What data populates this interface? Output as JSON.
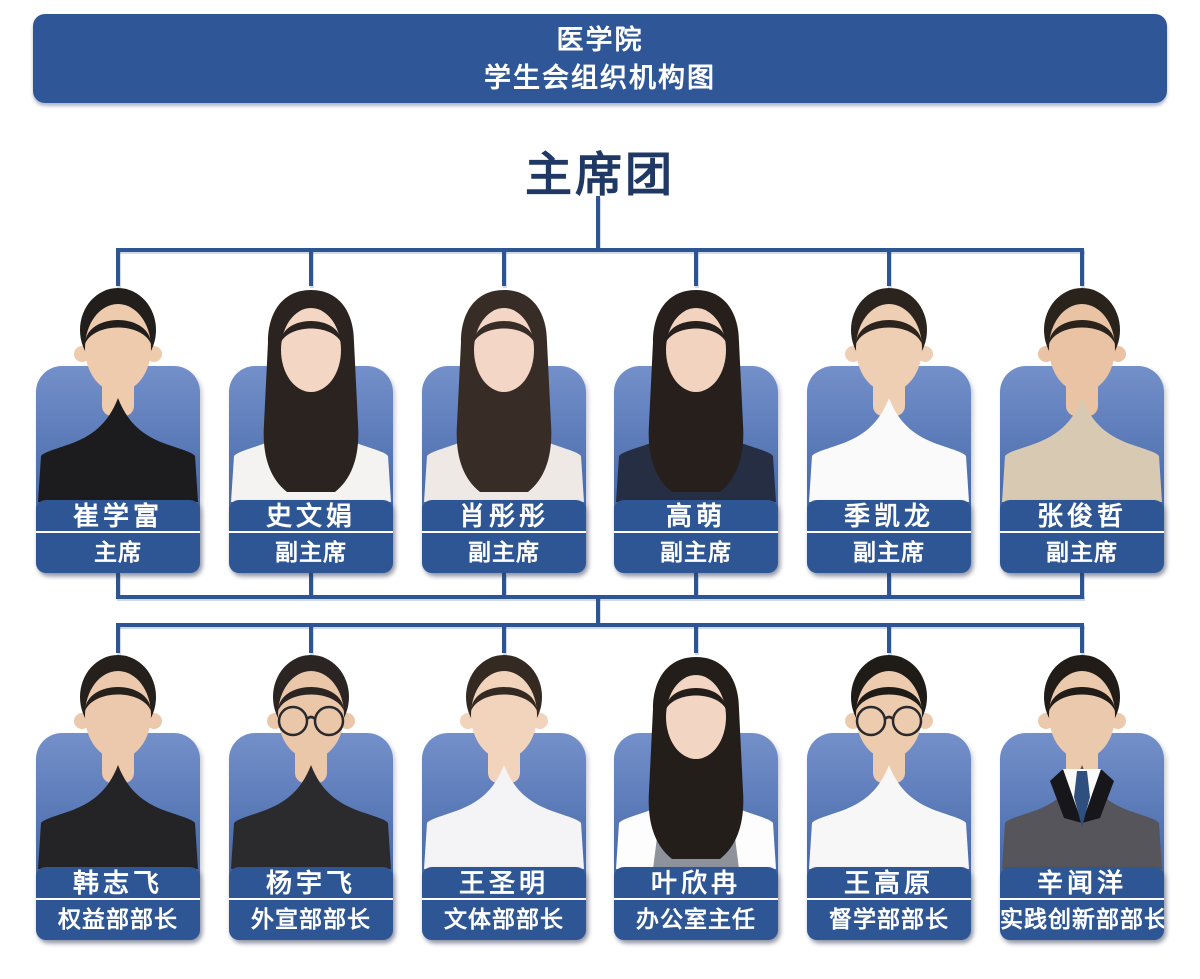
{
  "banner": {
    "line1": "医学院",
    "line2": "学生会组织机构图"
  },
  "chart": {
    "type": "org-chart",
    "root_label": "主席团",
    "rows": [
      {
        "group": "presidium",
        "people": [
          {
            "name": "崔学富",
            "title": "主席",
            "avatar": {
              "style": "male",
              "hair": "#211E1B",
              "skin": "#EFCBAE",
              "shirt": "#1C1C1E"
            }
          },
          {
            "name": "史文娟",
            "title": "副主席",
            "avatar": {
              "style": "female",
              "hair": "#2B2320",
              "skin": "#F3D6C4",
              "shirt": "#F4F3F1"
            }
          },
          {
            "name": "肖彤彤",
            "title": "副主席",
            "avatar": {
              "style": "female",
              "hair": "#382C26",
              "skin": "#F4D6C6",
              "shirt": "#EFE9E6"
            }
          },
          {
            "name": "高萌",
            "title": "副主席",
            "avatar": {
              "style": "female",
              "hair": "#261F1C",
              "skin": "#F2D3C0",
              "shirt": "#262E44",
              "bow": true,
              "accent": "#4A5C78",
              "inner": "#C3DAEE"
            }
          },
          {
            "name": "季凯龙",
            "title": "副主席",
            "avatar": {
              "style": "male",
              "hair": "#2B241E",
              "skin": "#EFCFB4",
              "shirt": "#FAFAFB"
            }
          },
          {
            "name": "张俊哲",
            "title": "副主席",
            "avatar": {
              "style": "male",
              "hair": "#2A231C",
              "skin": "#E9C3A4",
              "shirt": "#D8C9B2"
            }
          }
        ]
      },
      {
        "group": "department-heads",
        "people": [
          {
            "name": "韩志飞",
            "title": "权益部部长",
            "avatar": {
              "style": "male",
              "hair": "#26201C",
              "skin": "#ECC8AC",
              "shirt": "#242426"
            }
          },
          {
            "name": "杨宇飞",
            "title": "外宣部部长",
            "avatar": {
              "style": "male",
              "hair": "#2A2522",
              "skin": "#EAC7A9",
              "shirt": "#2B2B2E",
              "glasses": true
            }
          },
          {
            "name": "王圣明",
            "title": "文体部部长",
            "avatar": {
              "style": "male",
              "hair": "#342A22",
              "skin": "#F2D3BC",
              "shirt": "#F4F4F6"
            }
          },
          {
            "name": "叶欣冉",
            "title": "办公室主任",
            "avatar": {
              "style": "female",
              "hair": "#241E1B",
              "skin": "#F3D5C4",
              "shirt": "#FDFDFD",
              "vest": true,
              "accent": "#8E929C"
            }
          },
          {
            "name": "王高原",
            "title": "督学部部长",
            "avatar": {
              "style": "male",
              "hair": "#1F1B17",
              "skin": "#EDCBAE",
              "shirt": "#F7F7F7",
              "glasses": true
            }
          },
          {
            "name": "辛闻洋",
            "title": "实践创新部部长",
            "avatar": {
              "style": "male",
              "hair": "#211C18",
              "skin": "#EAC9AC",
              "shirt": "#FAFAFA",
              "suit": "#55555B",
              "accent": "#2F4F80"
            }
          }
        ]
      }
    ]
  },
  "colors": {
    "banner_blue": "#2F5797",
    "plate_blue": "#2E5695",
    "line_blue": "#2E5593",
    "title_navy": "#1F3864",
    "card_gradient_top": "#7490CA",
    "card_gradient_bottom": "#30569A",
    "page_background": "#FFFFFF",
    "text_white": "#FFFFFF"
  }
}
